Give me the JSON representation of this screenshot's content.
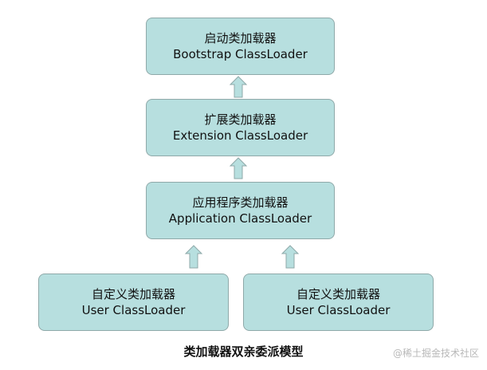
{
  "diagram": {
    "nodes": [
      {
        "id": "bootstrap",
        "zh": "启动类加载器",
        "en": "Bootstrap ClassLoader"
      },
      {
        "id": "extension",
        "zh": "扩展类加载器",
        "en": "Extension ClassLoader"
      },
      {
        "id": "application",
        "zh": "应用程序类加载器",
        "en": "Application ClassLoader"
      },
      {
        "id": "user1",
        "zh": "自定义类加载器",
        "en": "User ClassLoader"
      },
      {
        "id": "user2",
        "zh": "自定义类加载器",
        "en": "User ClassLoader"
      }
    ],
    "edges": [
      {
        "from": "extension",
        "to": "bootstrap"
      },
      {
        "from": "application",
        "to": "extension"
      },
      {
        "from": "user1",
        "to": "application"
      },
      {
        "from": "user2",
        "to": "application"
      }
    ],
    "caption": "类加载器双亲委派模型",
    "watermark": "@稀土掘金技术社区",
    "colors": {
      "node_fill": "#b7dfdf",
      "node_border": "#8fa9a9",
      "arrow_fill": "#b7dfdf"
    }
  }
}
